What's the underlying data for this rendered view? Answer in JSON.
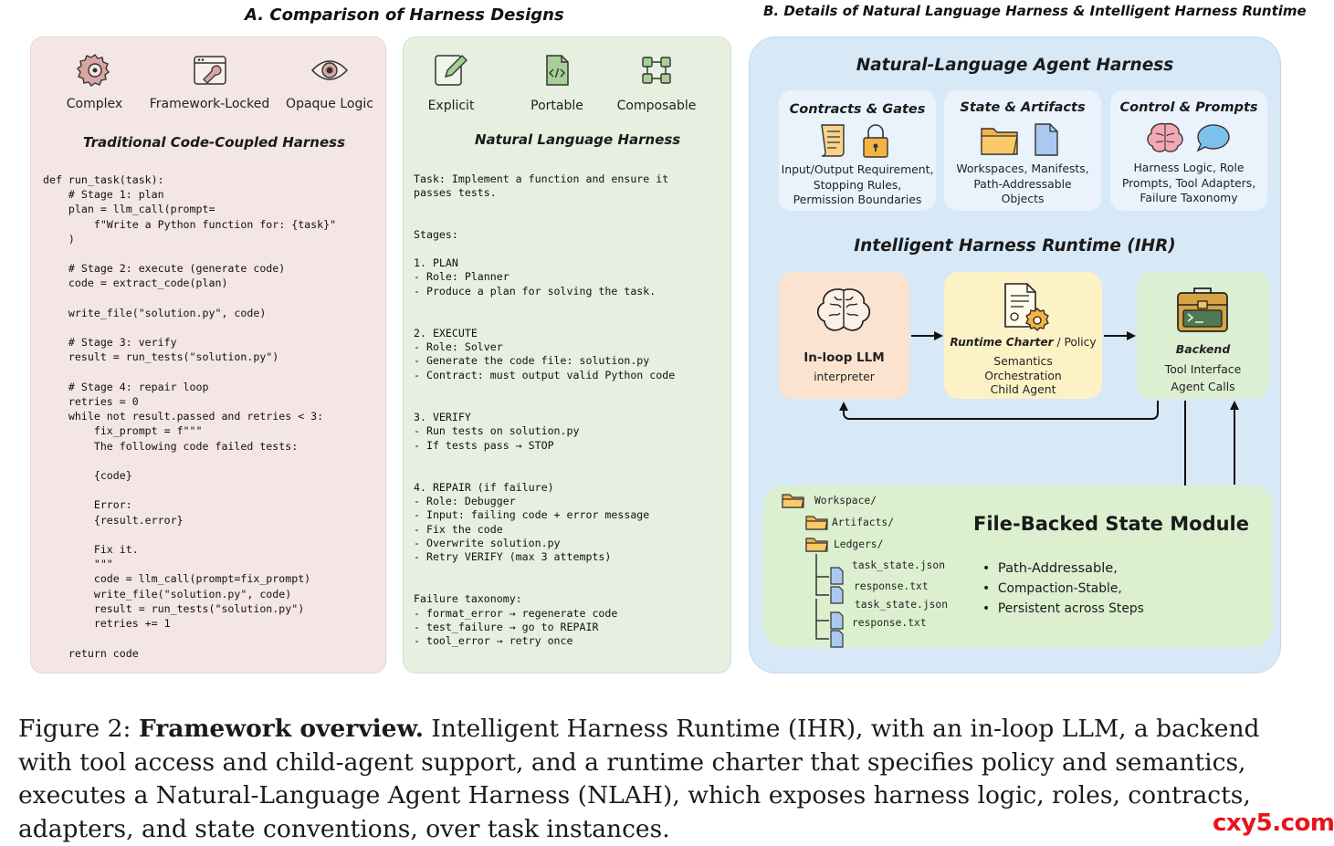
{
  "section_a": {
    "title": "A. Comparison of Harness Designs"
  },
  "section_b": {
    "title": "B. Details of Natural Language Harness & Intelligent Harness Runtime"
  },
  "traditional": {
    "icons": [
      {
        "label": "Complex",
        "icon": "gear-icon"
      },
      {
        "label": "Framework-Locked",
        "icon": "browser-wrench-icon"
      },
      {
        "label": "Opaque Logic",
        "icon": "eye-icon"
      }
    ],
    "subtitle": "Traditional Code-Coupled Harness",
    "code": "def run_task(task):\n    # Stage 1: plan\n    plan = llm_call(prompt=\n        f\"Write a Python function for: {task}\"\n    )\n\n    # Stage 2: execute (generate code)\n    code = extract_code(plan)\n\n    write_file(\"solution.py\", code)\n\n    # Stage 3: verify\n    result = run_tests(\"solution.py\")\n\n    # Stage 4: repair loop\n    retries = 0\n    while not result.passed and retries < 3:\n        fix_prompt = f\"\"\"\n        The following code failed tests:\n\n        {code}\n\n        Error:\n        {result.error}\n\n        Fix it.\n        \"\"\"\n        code = llm_call(prompt=fix_prompt)\n        write_file(\"solution.py\", code)\n        result = run_tests(\"solution.py\")\n        retries += 1\n\n    return code"
  },
  "natural": {
    "icons": [
      {
        "label": "Explicit",
        "icon": "pencil-icon"
      },
      {
        "label": "Portable",
        "icon": "code-file-icon"
      },
      {
        "label": "Composable",
        "icon": "blocks-icon"
      }
    ],
    "subtitle": "Natural Language Harness",
    "text": "Task: Implement a function and ensure it\npasses tests.\n\n\nStages:\n\n1. PLAN\n- Role: Planner\n- Produce a plan for solving the task.\n\n\n2. EXECUTE\n- Role: Solver\n- Generate the code file: solution.py\n- Contract: must output valid Python code\n\n\n3. VERIFY\n- Run tests on solution.py\n- If tests pass → STOP\n\n\n4. REPAIR (if failure)\n- Role: Debugger\n- Input: failing code + error message\n- Fix the code\n- Overwrite solution.py\n- Retry VERIFY (max 3 attempts)\n\n\nFailure taxonomy:\n- format_error → regenerate code\n- test_failure → go to REPAIR\n- tool_error → retry once"
  },
  "nlah": {
    "title": "Natural-Language Agent Harness",
    "cards": [
      {
        "title": "Contracts & Gates",
        "desc": [
          "Input/Output Requirement,",
          "Stopping Rules,",
          "Permission Boundaries"
        ]
      },
      {
        "title": "State & Artifacts",
        "desc": [
          "Workspaces, Manifests,",
          "Path-Addressable",
          "Objects"
        ]
      },
      {
        "title": "Control & Prompts",
        "desc": [
          "Harness Logic, Role",
          "Prompts, Tool Adapters,",
          "Failure Taxonomy"
        ]
      }
    ]
  },
  "ihr": {
    "title": "Intelligent Harness Runtime (IHR)",
    "llm": {
      "title": "In-loop LLM",
      "sub": "interpreter"
    },
    "charter": {
      "title_a": "Runtime Charter",
      "title_b": " / Policy",
      "lines": [
        "Semantics",
        "Orchestration",
        "Child Agent"
      ]
    },
    "backend": {
      "title": "Backend",
      "lines": [
        "Tool Interface",
        "Agent Calls"
      ]
    }
  },
  "state_module": {
    "title": "File-Backed State Module",
    "tree": [
      "Workspace/",
      "Artifacts/",
      "Ledgers/",
      "task_state.json",
      "response.txt",
      "task_state.json",
      "response.txt"
    ],
    "bullets": [
      "Path-Addressable,",
      "Compaction-Stable,",
      "Persistent across Steps"
    ]
  },
  "caption": {
    "label": "Figure 2:",
    "bold": "Framework overview.",
    "text": "Intelligent Harness Runtime (IHR), with an in-loop LLM, a backend with tool access and child-agent support, and a runtime charter that specifies policy and semantics, executes a Natural-Language Agent Harness (NLAH), which exposes harness logic, roles, contracts, adapters, and state conventions, over task instances."
  },
  "watermark": "cxy5.com",
  "colors": {
    "traditional_bg": "#f4e6e4",
    "natural_bg": "#e6efe0",
    "details_bg": "#d7e8f7",
    "llm_box": "#fbe3cf",
    "charter_box": "#fdf2c6",
    "backend_box": "#dcefd3",
    "state_box": "#dcf0d0",
    "folder": "#f5b342",
    "file": "#a9c9ee",
    "watermark": "#e8141b"
  }
}
